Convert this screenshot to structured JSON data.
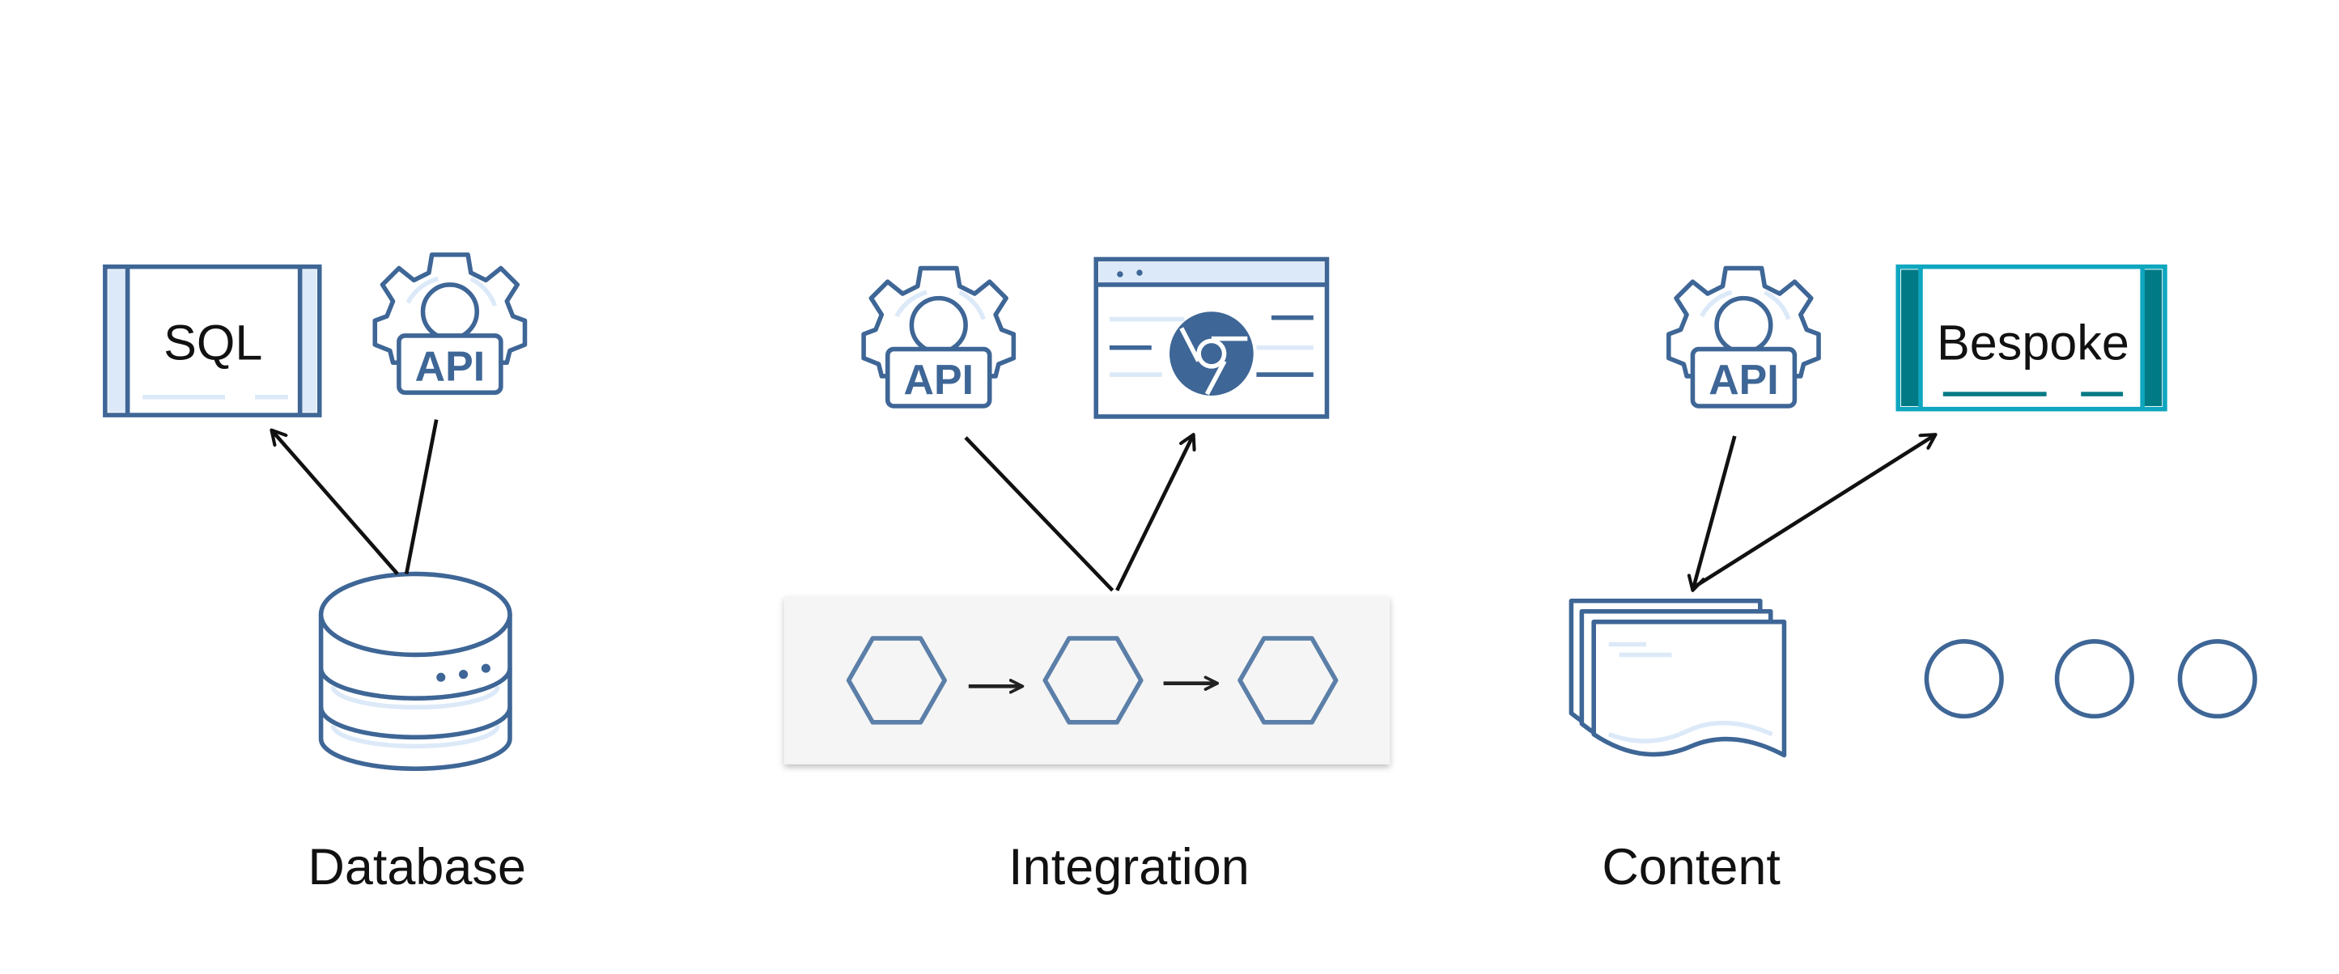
{
  "colors": {
    "icon_stroke": "#3e6696",
    "icon_fill_light": "#dce9f8",
    "accent_teal": "#0fa6bf",
    "accent_teal_dark": "#007a85",
    "arrow": "#111111",
    "panel_bg": "#f5f5f5"
  },
  "groups": [
    {
      "label": "Database",
      "icons": [
        {
          "name": "sql-panel",
          "text": "SQL"
        },
        {
          "name": "api-gear-icon",
          "text": "API"
        },
        {
          "name": "database-icon"
        }
      ]
    },
    {
      "label": "Integration",
      "icons": [
        {
          "name": "api-gear-icon",
          "text": "API"
        },
        {
          "name": "browser-window-icon"
        },
        {
          "name": "hexagon-pipeline"
        }
      ]
    },
    {
      "label": "Content",
      "icons": [
        {
          "name": "api-gear-icon",
          "text": "API"
        },
        {
          "name": "bespoke-panel",
          "text": "Bespoke"
        },
        {
          "name": "documents-stack-icon"
        },
        {
          "name": "ellipsis-circles"
        }
      ]
    }
  ]
}
